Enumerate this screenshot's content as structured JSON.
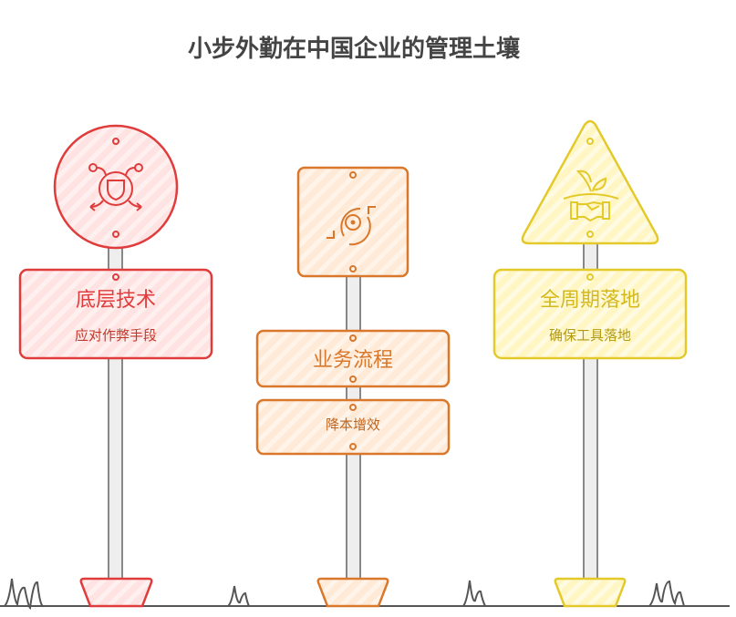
{
  "title": "小步外勤在中国企业的管理土壤",
  "signs": [
    {
      "title": "底层技术",
      "subtitle": "应对作弊手段",
      "icon": "shield-network-icon",
      "stroke": "#e03c3c",
      "fill": "#ffe3e3",
      "text": "#e03c3c",
      "sub_text": "#c0392b"
    },
    {
      "title": "业务流程",
      "subtitle": "降本增效",
      "icon": "gear-cycle-icon",
      "stroke": "#d9772a",
      "fill": "#ffead7",
      "text": "#d9772a",
      "sub_text": "#c0651e"
    },
    {
      "title": "全周期落地",
      "subtitle": "确保工具落地",
      "icon": "plant-handshake-icon",
      "stroke": "#e3c92a",
      "fill": "#fff8cf",
      "text": "#d4b91c",
      "sub_text": "#b39a12"
    }
  ]
}
